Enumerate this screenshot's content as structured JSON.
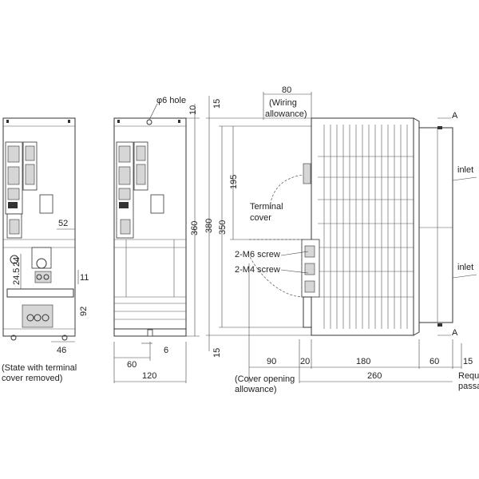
{
  "labels": {
    "phi_symbol": "φ",
    "hole": "6 hole",
    "wiring_allowance": "(Wiring\nallowance)",
    "terminal_cover": "Terminal\ncover",
    "m6_screw": "2-M6 screw",
    "m4_screw": "2-M4 screw",
    "inlet_top": "inlet",
    "inlet_bottom": "inlet",
    "marker_a_top": "A",
    "marker_a_bottom": "A",
    "state_note": "(State with terminal\ncover removed)",
    "cover_opening": "(Cover opening\nallowance)",
    "required_passage": "Requ\npassa"
  },
  "dims": {
    "front_left": {
      "d52": "52",
      "d11": "11",
      "d24": "24",
      "d24_5": "24.5",
      "d92": "92",
      "d46": "46"
    },
    "front_right": {
      "d10": "10",
      "d15_top": "15",
      "d360": "360",
      "d380": "380",
      "d6": "6",
      "d60": "60",
      "d120": "120"
    },
    "side": {
      "d80": "80",
      "d195": "195",
      "d350": "350",
      "d15_bottom": "15",
      "d90": "90",
      "d20": "20",
      "d180": "180",
      "d60": "60",
      "d15_right": "15",
      "d260": "260"
    }
  }
}
